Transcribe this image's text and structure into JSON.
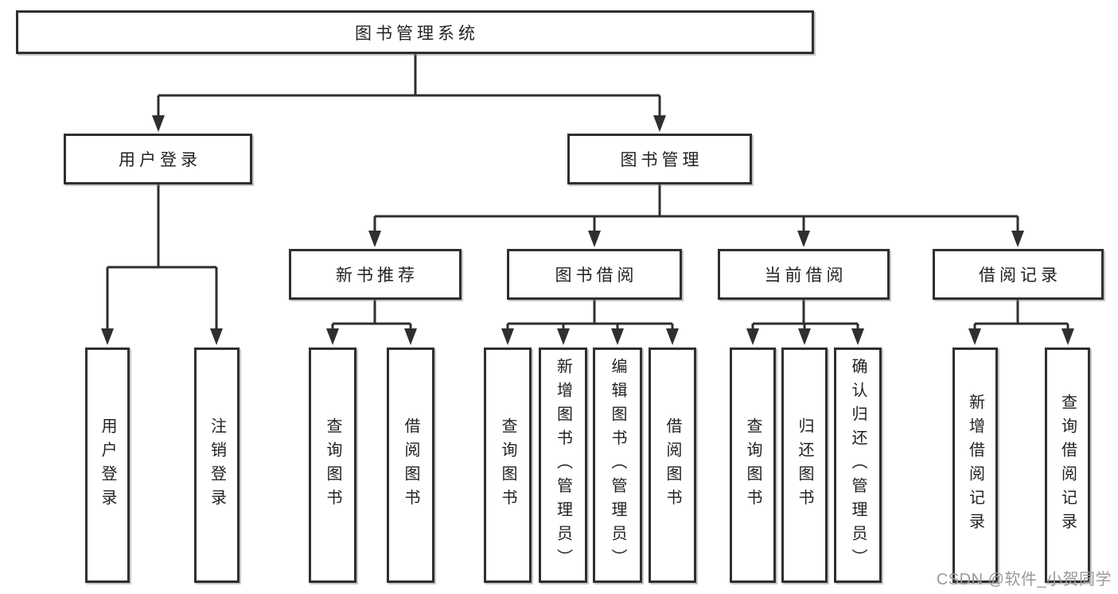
{
  "tree": {
    "label": "图书管理系统",
    "children": [
      {
        "label": "用户登录",
        "children": [
          {
            "label": "用户登录"
          },
          {
            "label": "注销登录"
          }
        ]
      },
      {
        "label": "图书管理",
        "children": [
          {
            "label": "新书推荐",
            "children": [
              {
                "label": "查询图书"
              },
              {
                "label": "借阅图书"
              }
            ]
          },
          {
            "label": "图书借阅",
            "children": [
              {
                "label": "查询图书"
              },
              {
                "label": "新增图书（管理员）"
              },
              {
                "label": "编辑图书（管理员）"
              },
              {
                "label": "借阅图书"
              }
            ]
          },
          {
            "label": "当前借阅",
            "children": [
              {
                "label": "查询图书"
              },
              {
                "label": "归还图书"
              },
              {
                "label": "确认归还（管理员）"
              }
            ]
          },
          {
            "label": "借阅记录",
            "children": [
              {
                "label": "新增借阅记录"
              },
              {
                "label": "查询借阅记录"
              }
            ]
          }
        ]
      }
    ]
  },
  "watermark": {
    "text": "CSDN @软件_小贺同学"
  },
  "colors": {
    "line": "#2f2f2f",
    "box_border": "#2f2f2f",
    "text": "#222222",
    "watermark": "#999999",
    "background": "#ffffff"
  }
}
